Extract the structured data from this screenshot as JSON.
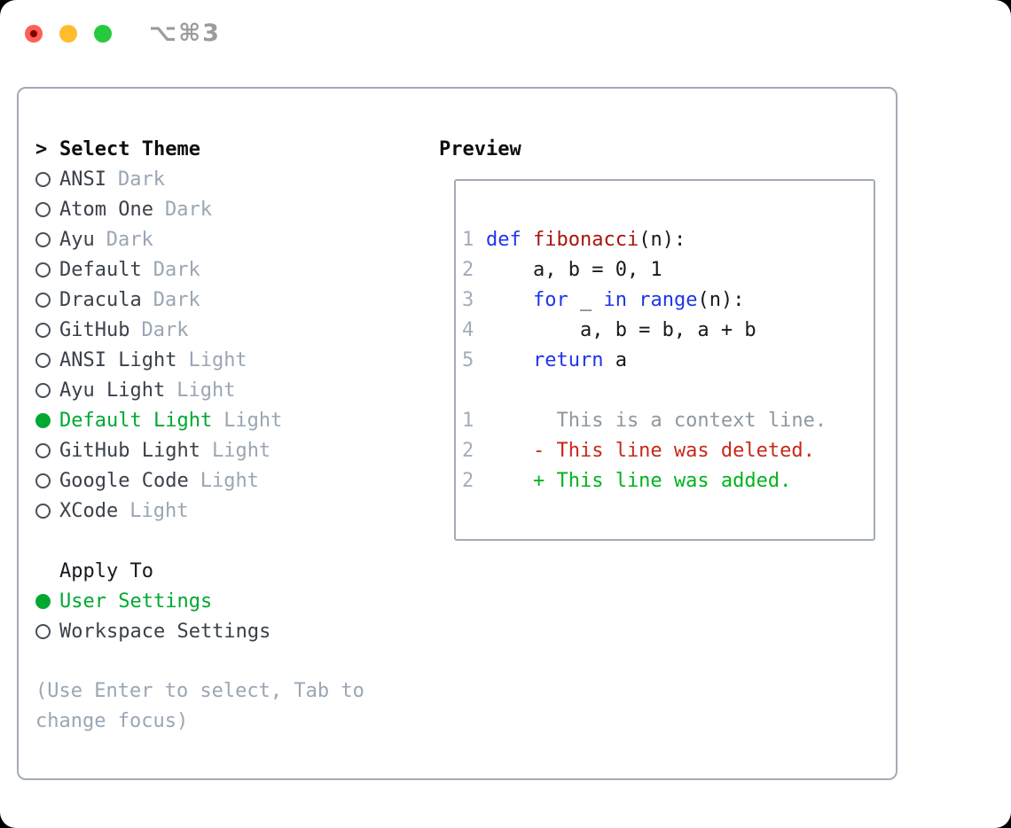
{
  "window": {
    "title": "⌥⌘3"
  },
  "theme_panel": {
    "prompt": ">",
    "title": "Select Theme",
    "themes": [
      {
        "name": "ANSI",
        "tag": "Dark",
        "selected": false
      },
      {
        "name": "Atom One",
        "tag": "Dark",
        "selected": false
      },
      {
        "name": "Ayu",
        "tag": "Dark",
        "selected": false
      },
      {
        "name": "Default",
        "tag": "Dark",
        "selected": false
      },
      {
        "name": "Dracula",
        "tag": "Dark",
        "selected": false
      },
      {
        "name": "GitHub",
        "tag": "Dark",
        "selected": false
      },
      {
        "name": "ANSI Light",
        "tag": "Light",
        "selected": false
      },
      {
        "name": "Ayu Light",
        "tag": "Light",
        "selected": false
      },
      {
        "name": "Default Light",
        "tag": "Light",
        "selected": true
      },
      {
        "name": "GitHub Light",
        "tag": "Light",
        "selected": false
      },
      {
        "name": "Google Code",
        "tag": "Light",
        "selected": false
      },
      {
        "name": "XCode",
        "tag": "Light",
        "selected": false
      }
    ],
    "apply_to": {
      "title": "Apply To",
      "options": [
        {
          "label": "User Settings",
          "selected": true
        },
        {
          "label": "Workspace Settings",
          "selected": false
        }
      ]
    },
    "help": "(Use Enter to select, Tab to change focus)"
  },
  "preview": {
    "title": "Preview",
    "code_lines": [
      {
        "num": "1",
        "tokens": [
          [
            "kw",
            "def"
          ],
          [
            "pl",
            " "
          ],
          [
            "fn",
            "fibonacci"
          ],
          [
            "pl",
            "(n):"
          ]
        ]
      },
      {
        "num": "2",
        "tokens": [
          [
            "pl",
            "    a, b = 0, 1"
          ]
        ]
      },
      {
        "num": "3",
        "tokens": [
          [
            "pl",
            "    "
          ],
          [
            "kw",
            "for"
          ],
          [
            "pl",
            " _ "
          ],
          [
            "kw",
            "in"
          ],
          [
            "pl",
            " "
          ],
          [
            "kw",
            "range"
          ],
          [
            "pl",
            "(n):"
          ]
        ]
      },
      {
        "num": "4",
        "tokens": [
          [
            "pl",
            "        a, b = b, a + b"
          ]
        ]
      },
      {
        "num": "5",
        "tokens": [
          [
            "pl",
            "    "
          ],
          [
            "kw",
            "return"
          ],
          [
            "pl",
            " a"
          ]
        ]
      }
    ],
    "diff_lines": [
      {
        "num": "1",
        "type": "ctx",
        "content": "      This is a context line."
      },
      {
        "num": "2",
        "type": "del",
        "content": "    - This line was deleted."
      },
      {
        "num": "2",
        "type": "add",
        "content": "    + This line was added."
      }
    ]
  },
  "colors": {
    "accent_green": "#00a832",
    "diff_added_green": "#00b31e",
    "diff_deleted_red": "#c5291a",
    "keyword_blue": "#1e35ea",
    "function_red": "#a81410",
    "ink": "#16191e",
    "header_ink": "#0c0e10",
    "name_gray": "#3b414b",
    "muted_gray": "#9aa6b4",
    "line_number_gray": "#a2adbb",
    "context_gray": "#8f979f",
    "border_gray": "#a3abb6",
    "ring_dark": "#495059",
    "title_gray": "#9b9b9b",
    "traffic_red": "#ff5f56",
    "traffic_red_dot": "#7b0606",
    "traffic_yellow": "#ffbd2d",
    "traffic_green": "#27c93f"
  }
}
